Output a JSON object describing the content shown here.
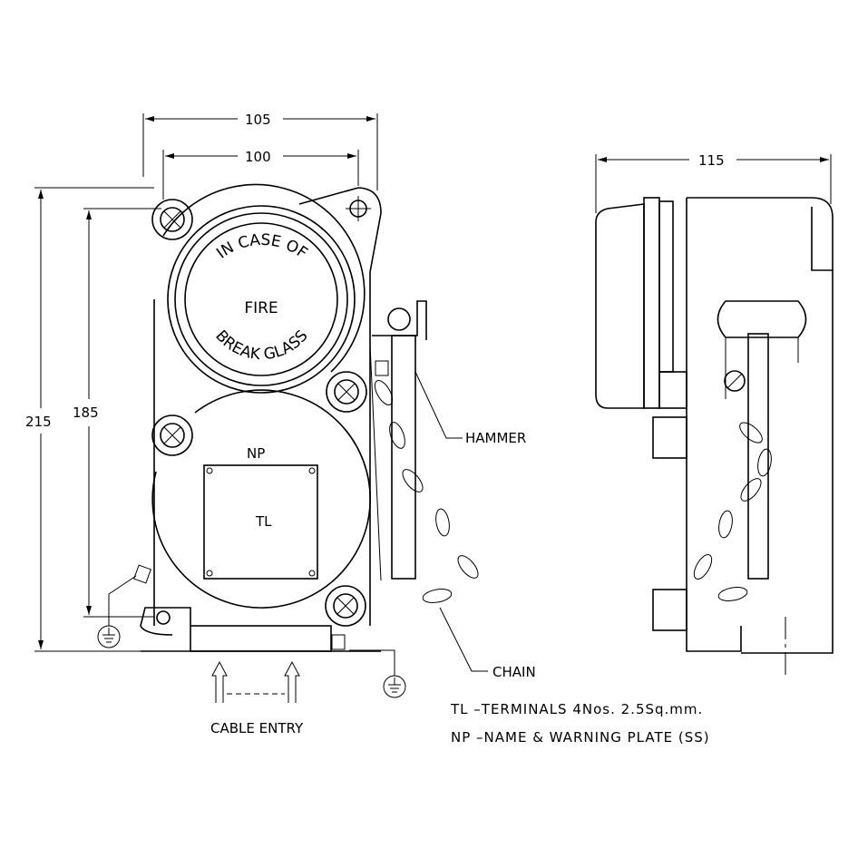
{
  "dimensions": {
    "width_outer": "105",
    "width_holes": "100",
    "height_outer": "215",
    "height_holes": "185",
    "depth": "115"
  },
  "glass_text": {
    "line1": "IN CASE OF",
    "line2": "FIRE",
    "line3": "BREAK GLASS"
  },
  "labels": {
    "np": "NP",
    "tl": "TL",
    "hammer": "HAMMER",
    "chain": "CHAIN",
    "cable_entry": "CABLE ENTRY"
  },
  "notes": [
    "TL  –TERMINALS 4Nos. 2.5Sq.mm.",
    "NP  –NAME & WARNING PLATE (SS)"
  ],
  "colors": {
    "line": "#000000",
    "background": "#ffffff"
  }
}
